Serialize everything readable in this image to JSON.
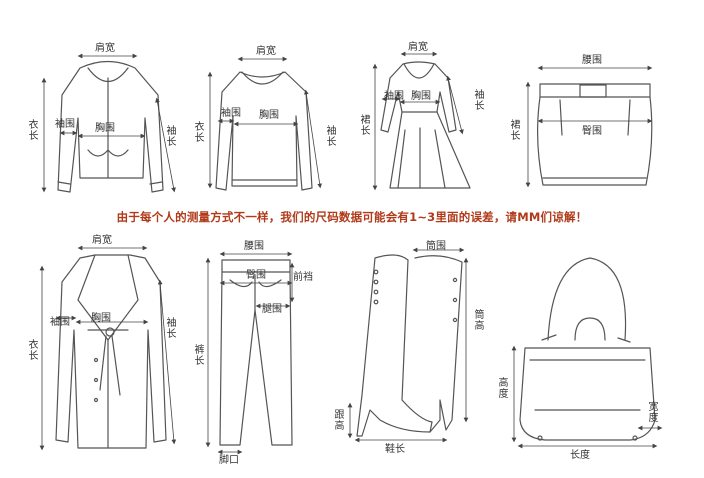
{
  "notice": "由于每个人的测量方式不一样，我们的尺码数据可能会有1~3里面的误差，请MM们谅解！",
  "garments": {
    "jacket": {
      "shoulder": "肩宽",
      "sleeve_cuff": "袖围",
      "chest": "胸围",
      "length": "衣长",
      "sleeve": "袖长"
    },
    "sweater": {
      "shoulder": "肩宽",
      "sleeve_cuff": "袖围",
      "chest": "胸围",
      "length": "衣长",
      "sleeve": "袖长"
    },
    "dress": {
      "shoulder": "肩宽",
      "sleeve_cuff": "袖围",
      "chest": "胸围",
      "length": "裙长",
      "sleeve": "袖长"
    },
    "skirt": {
      "waist": "腰围",
      "hip": "臀围",
      "length": "裙长"
    },
    "coat": {
      "shoulder": "肩宽",
      "sleeve_cuff": "袖围",
      "chest": "胸围",
      "length": "衣长",
      "sleeve": "袖长"
    },
    "pants": {
      "waist": "腰围",
      "hip": "臀围",
      "front_rise": "前裆",
      "thigh": "腿围",
      "length": "裤长",
      "hem": "脚口"
    },
    "boot": {
      "shaft_circ": "筒围",
      "shaft_height": "筒高",
      "heel": "跟高",
      "shoe_length": "鞋长"
    },
    "bag": {
      "height": "高度",
      "width": "宽度",
      "length": "长度"
    }
  }
}
